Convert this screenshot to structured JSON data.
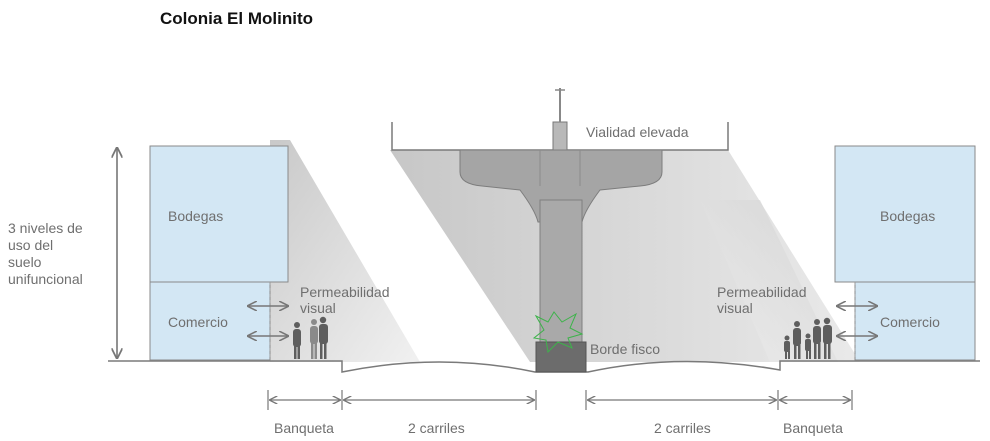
{
  "title": "Colonia El Molinito",
  "labels": {
    "vialidad": "Vialidad elevada",
    "bodegas_left": "Bodegas",
    "bodegas_right": "Bodegas",
    "comercio_left": "Comercio",
    "comercio_right": "Comercio",
    "permeabilidad_left": "Permeabilidad\nvisual",
    "permeabilidad_right": "Permeabilidad\nvisual",
    "niveles": "3 niveles de\nuso del\nsuelo\nunifuncional",
    "borde": "Borde fisco"
  },
  "dimensions": {
    "banqueta_left": "Banqueta",
    "carriles_left": "2 carriles",
    "carriles_right": "2 carriles",
    "banqueta_right": "Banqueta"
  },
  "colors": {
    "building_fill": "#d3e7f4",
    "building_stroke": "#8a8a8a",
    "structure": "#a5a5a5",
    "structure_dark": "#6c6c6c",
    "shadow": "#d8d8d8",
    "annotation": "#777777",
    "vegetation": "#3db34a"
  }
}
